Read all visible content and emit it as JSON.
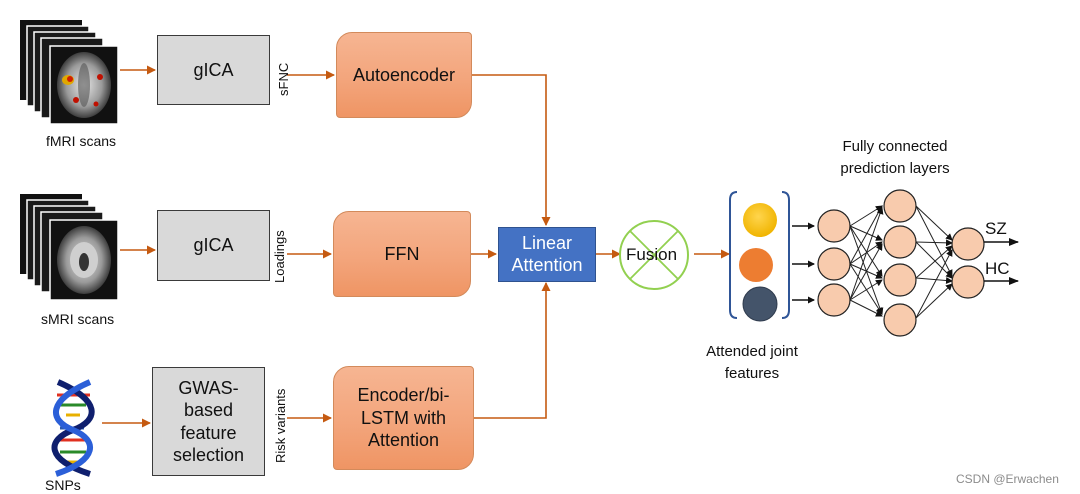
{
  "inputs": {
    "fmri": "fMRI scans",
    "smri": "sMRI scans",
    "snps": "SNPs"
  },
  "preprocess": {
    "gica_top": "gICA",
    "gica_mid": "gICA",
    "gwas": "GWAS-based feature selection"
  },
  "features": {
    "sfnc": "sFNC",
    "loadings": "Loadings",
    "risk": "Risk variants"
  },
  "models": {
    "autoencoder": "Autoencoder",
    "ffn": "FFN",
    "lstm": "Encoder/bi-LSTM with Attention"
  },
  "attention": "Linear Attention",
  "fusion": "Fusion",
  "joint_features": "Attended joint features",
  "prediction_title": "Fully connected prediction layers",
  "outputs": {
    "sz": "SZ",
    "hc": "HC"
  },
  "watermark": "CSDN @Erwachen",
  "colors": {
    "arrow": "#c55a11",
    "orange_box": "#f4a97f",
    "attention_box": "#4472c4",
    "fusion_ring": "#92d050",
    "node_fill": "#f8cbad",
    "circle_yellow": "#ffc000",
    "circle_orange": "#ed7d31",
    "circle_navy": "#44546a"
  }
}
